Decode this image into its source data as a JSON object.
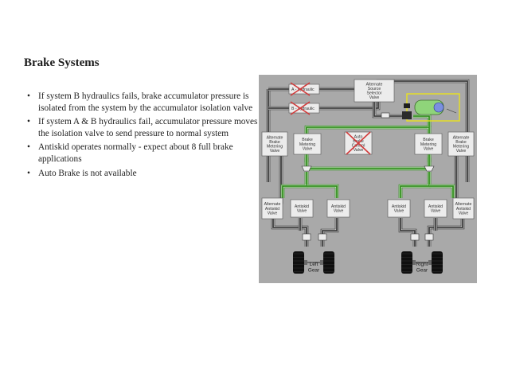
{
  "slide": {
    "title": "Brake Systems",
    "bullets": [
      "If system B hydraulics fails, brake accumulator pressure is isolated from the system by the accumulator isolation valve",
      "If system A & B hydraulics fail, accumulator pressure moves the isolation valve to send pressure to normal system",
      "Antiskid operates normally - expect about 8 full brake applications",
      "Auto Brake is not available"
    ],
    "bullet_glyph": "•"
  },
  "diagram": {
    "hyd_a": [
      "A - hydraulic"
    ],
    "hyd_b": [
      "B - hydraulic"
    ],
    "selector": [
      "Alternate",
      "Source",
      "Selector",
      "Valve"
    ],
    "alt_metering": [
      "Alternate",
      "Brake",
      "Metering",
      "Valve"
    ],
    "brake_metering": [
      "Brake",
      "Metering",
      "Valve"
    ],
    "auto_brake": [
      "Auto",
      "Brake",
      "Control",
      "Valve"
    ],
    "alt_antiskid": [
      "Alternate",
      "Antiskid",
      "Valve"
    ],
    "antiskid": [
      "Antiskid",
      "Valve"
    ],
    "left_gear": [
      "Left",
      "Gear"
    ],
    "right_gear": [
      "Right",
      "Gear"
    ],
    "colors": {
      "background": "#a9a9a9",
      "inactive_line": "#3b3b3b",
      "active_line": "#2f8f1a",
      "highlight": "#e8e020",
      "fail_cross": "#d23a3a",
      "accumulator": "#8fd47a",
      "box_fill": "#ececec"
    }
  }
}
